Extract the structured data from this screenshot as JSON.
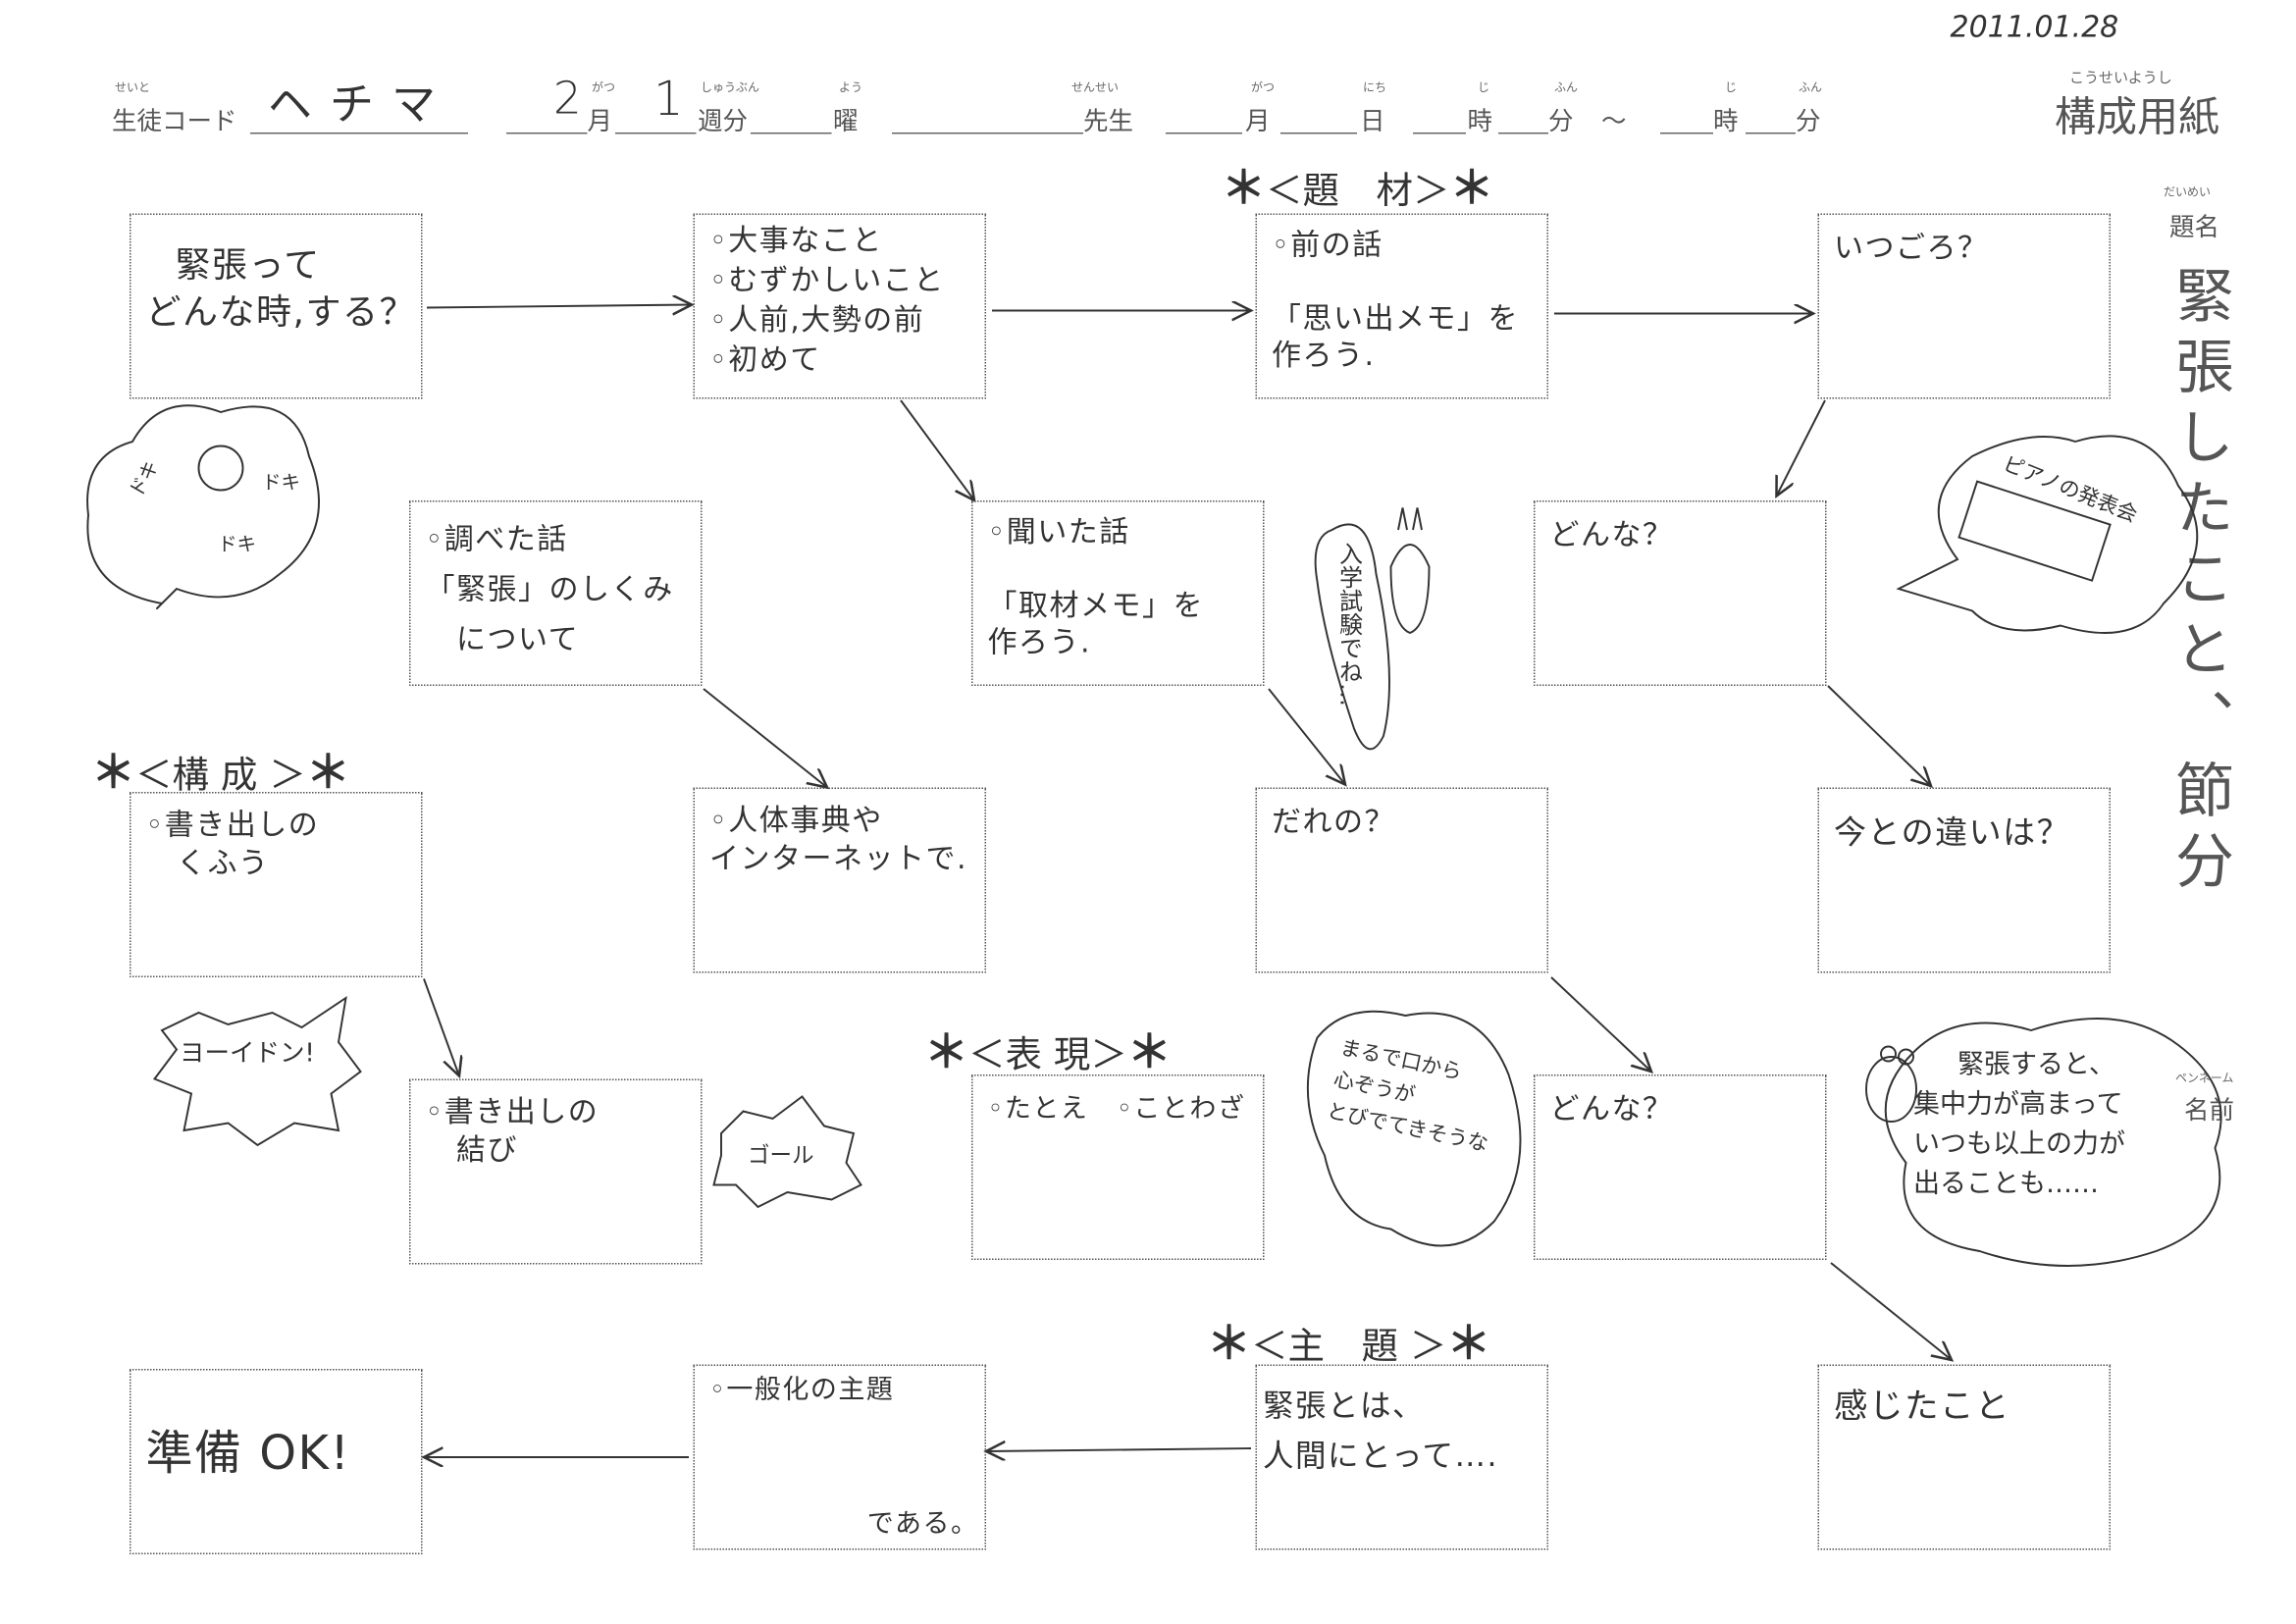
{
  "date_note": "2011.01.28",
  "header": {
    "student_code_ruby": "せいと",
    "student_code_label": "生徒コード",
    "student_code_value": "ヘチマ",
    "month_value": "2",
    "month_ruby": "がつ",
    "month_label": "月",
    "week_value": "1",
    "week_ruby": "しゅうぶん",
    "week_label": "週分",
    "weekday_ruby": "よう",
    "weekday_label": "曜",
    "teacher_ruby": "せんせい",
    "teacher_label": "先生",
    "date_month_ruby": "がつ",
    "date_month_label": "月",
    "date_day_ruby": "にち",
    "date_day_label": "日",
    "start_hour_ruby": "じ",
    "start_hour_label": "時",
    "start_min_ruby": "ふん",
    "start_min_label": "分",
    "tilde": "～",
    "end_hour_ruby": "じ",
    "end_hour_label": "時",
    "end_min_ruby": "ふん",
    "end_min_label": "分",
    "form_title_ruby": "こうせいようし",
    "form_title": "構成用紙"
  },
  "title_section": {
    "label_ruby": "だいめい",
    "label": "題名",
    "value": "緊張したこと、節分"
  },
  "name_section": {
    "label_ruby": "ペンネーム",
    "label": "名前"
  },
  "sections": {
    "material": "＜題　材＞",
    "structure": "＜構 成 ＞",
    "expression": "＜表 現＞",
    "theme": "＜主　題 ＞",
    "star": "＊"
  },
  "boxes": {
    "when_nervous": [
      "緊張って",
      "どんな時,する？"
    ],
    "situations": [
      "◦大事なこと",
      "◦むずかしいこと",
      "◦人前,大勢の前",
      "◦初めて"
    ],
    "past_story": [
      "◦前の話",
      "",
      "「思い出メモ」を",
      "作ろう."
    ],
    "when": [
      "いつごろ？"
    ],
    "researched_story": [
      "◦調べた話",
      "「緊張」のしくみ",
      "　について"
    ],
    "heard_story": [
      "◦聞いた話",
      "",
      "「取材メモ」を",
      "作ろう."
    ],
    "what_kind_1": [
      "どんな？"
    ],
    "opening_idea": [
      "◦書き出しの",
      "　くふう"
    ],
    "encyclopedia": [
      "◦人体事典や",
      "インターネットで."
    ],
    "whose": [
      "だれの？"
    ],
    "difference": [
      "今との違いは？"
    ],
    "opening_closing": [
      "◦書き出しの",
      "　結び"
    ],
    "metaphor": [
      "◦たとえ　◦ことわざ"
    ],
    "what_kind_2": [
      "どんな？"
    ],
    "ready": [
      "準備 OK!"
    ],
    "general_theme": [
      "◦一般化の主題"
    ],
    "general_theme_end": "である。",
    "nervous_is": [
      "緊張とは、",
      "人間にとって…."
    ],
    "felt": [
      "感じたこと"
    ]
  },
  "bubbles": {
    "doki1": "ドキ",
    "doki2": "ドキ",
    "doki3": "ドキ",
    "piano": "ピアノの発表会",
    "entrance_exam": "入学試験でね…",
    "ready_go": "ヨーイドン!",
    "goal": "ゴール",
    "heart": [
      "まるで口から",
      "心ぞうが",
      "とびでてきそうな"
    ],
    "frog": [
      "緊張すると、",
      "集中力が高まって",
      "いつも以上の力が",
      "出ることも……"
    ]
  }
}
